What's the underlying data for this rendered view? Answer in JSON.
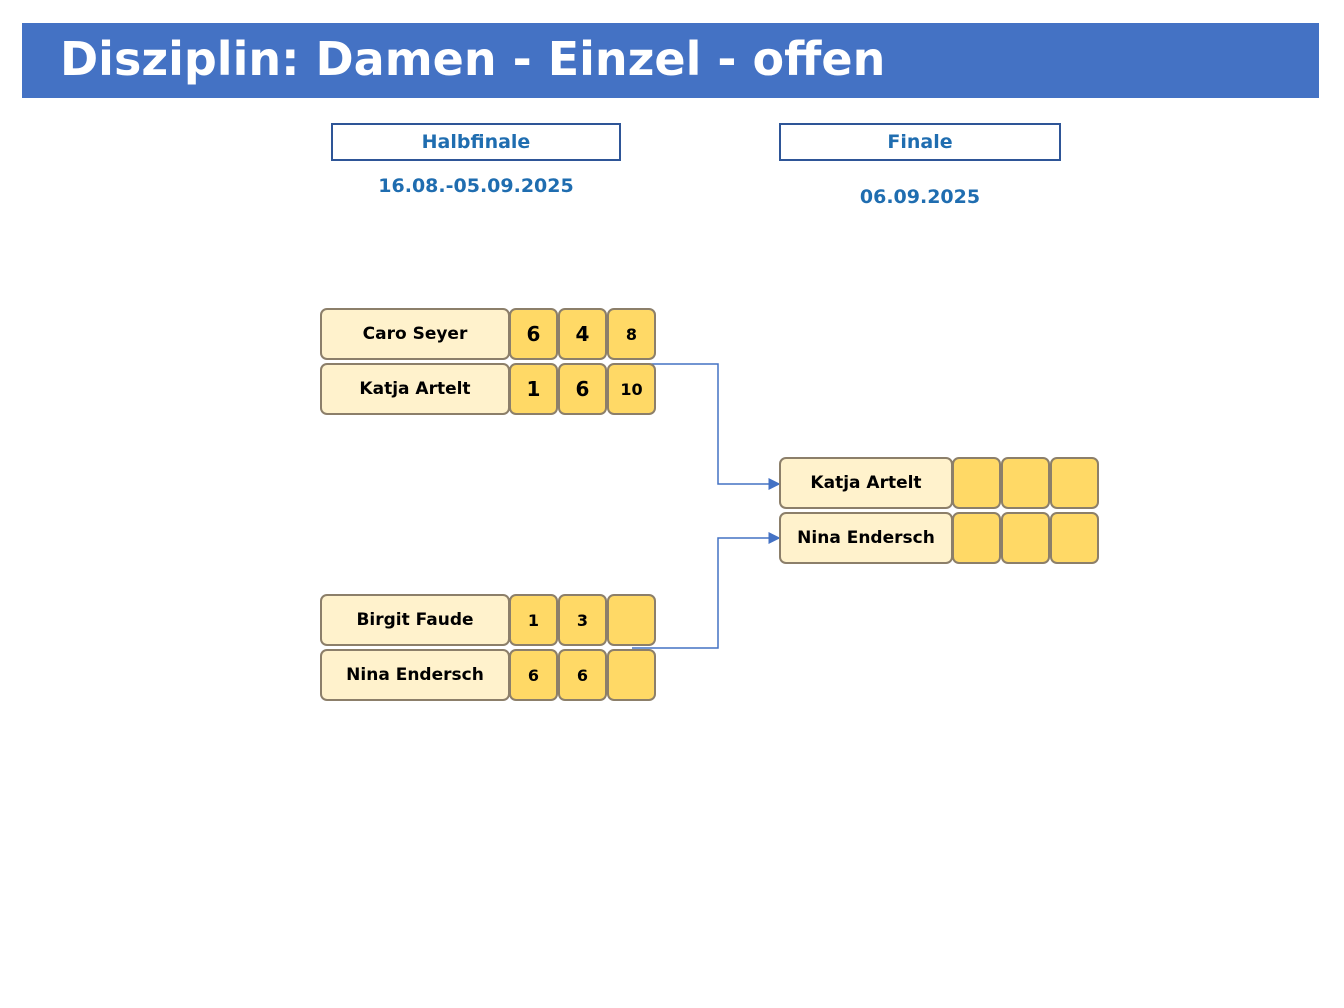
{
  "header": {
    "title": "Disziplin: Damen - Einzel - offen"
  },
  "rounds": [
    {
      "label": "Halbfinale",
      "date": "16.08.-05.09.2025"
    },
    {
      "label": "Finale",
      "date": "06.09.2025"
    }
  ],
  "matches": {
    "sf1": {
      "player1": {
        "name": "Caro Seyer",
        "scores": [
          "6",
          "4",
          "8"
        ]
      },
      "player2": {
        "name": "Katja Artelt",
        "scores": [
          "1",
          "6",
          "10"
        ]
      }
    },
    "sf2": {
      "player1": {
        "name": "Birgit Faude",
        "scores": [
          "1",
          "3",
          ""
        ]
      },
      "player2": {
        "name": "Nina Endersch",
        "scores": [
          "6",
          "6",
          ""
        ]
      }
    },
    "final": {
      "player1": {
        "name": "Katja Artelt",
        "scores": [
          "",
          "",
          ""
        ]
      },
      "player2": {
        "name": "Nina Endersch",
        "scores": [
          "",
          "",
          ""
        ]
      }
    }
  },
  "colors": {
    "title_bar": "#4472c4",
    "round_text": "#1f6db0",
    "player_fill": "#fff2cc",
    "score_fill": "#ffd966",
    "connector": "#4472c4"
  }
}
